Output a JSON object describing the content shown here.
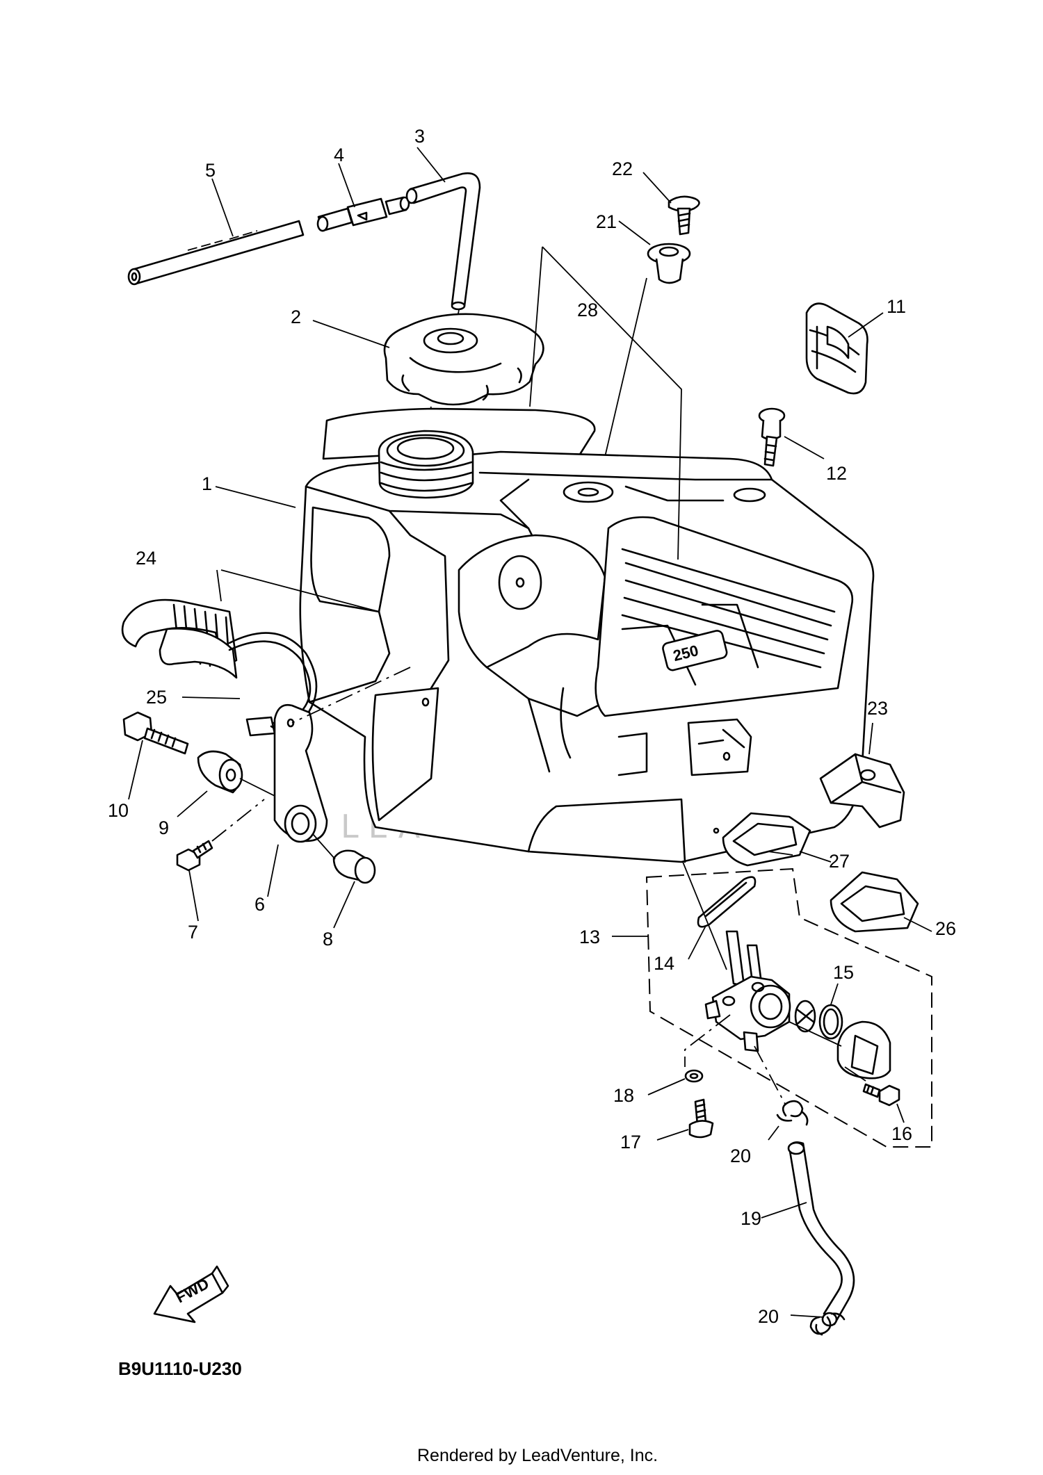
{
  "diagram": {
    "callouts": [
      {
        "id": "1",
        "label": "1"
      },
      {
        "id": "2",
        "label": "2"
      },
      {
        "id": "3",
        "label": "3"
      },
      {
        "id": "4",
        "label": "4"
      },
      {
        "id": "5",
        "label": "5"
      },
      {
        "id": "6",
        "label": "6"
      },
      {
        "id": "7",
        "label": "7"
      },
      {
        "id": "8",
        "label": "8"
      },
      {
        "id": "9",
        "label": "9"
      },
      {
        "id": "10",
        "label": "10"
      },
      {
        "id": "11",
        "label": "11"
      },
      {
        "id": "12",
        "label": "12"
      },
      {
        "id": "13",
        "label": "13"
      },
      {
        "id": "14",
        "label": "14"
      },
      {
        "id": "15",
        "label": "15"
      },
      {
        "id": "16",
        "label": "16"
      },
      {
        "id": "17",
        "label": "17"
      },
      {
        "id": "18",
        "label": "18"
      },
      {
        "id": "19",
        "label": "19"
      },
      {
        "id": "20a",
        "label": "20"
      },
      {
        "id": "20b",
        "label": "20"
      },
      {
        "id": "21",
        "label": "21"
      },
      {
        "id": "22",
        "label": "22"
      },
      {
        "id": "23",
        "label": "23"
      },
      {
        "id": "24",
        "label": "24"
      },
      {
        "id": "25",
        "label": "25"
      },
      {
        "id": "26",
        "label": "26"
      },
      {
        "id": "27",
        "label": "27"
      },
      {
        "id": "28",
        "label": "28"
      }
    ],
    "direction_label": "FWD",
    "tank_emblem": "250",
    "diagram_code": "B9U1110-U230",
    "watermark": "LEADVENTURE",
    "footer": "Rendered by LeadVenture, Inc."
  }
}
